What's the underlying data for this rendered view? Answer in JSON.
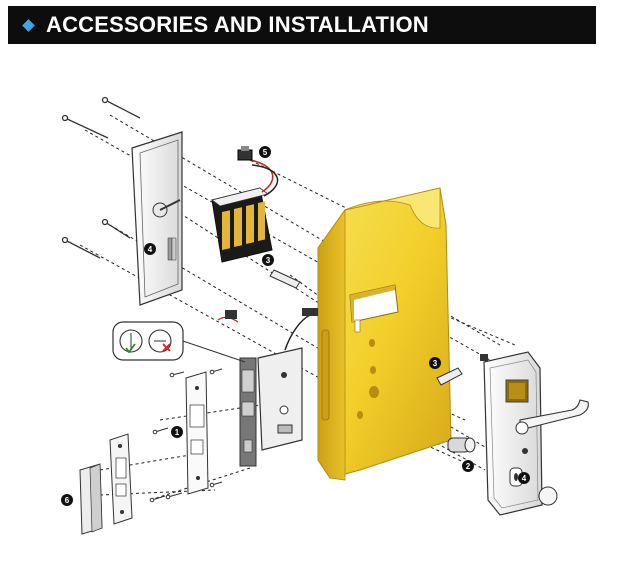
{
  "header": {
    "title": "ACCESSORIES AND INSTALLATION",
    "accent_color": "#3aa6e8",
    "background_color": "#0d0d0d"
  },
  "diagram": {
    "door_color": "#f2cf2a",
    "callouts": [
      {
        "number": "1",
        "part": "mortise-lock-body"
      },
      {
        "number": "2",
        "part": "key-cylinder"
      },
      {
        "number": "3",
        "part": "spindle"
      },
      {
        "number": "4",
        "part": "handle-plate"
      },
      {
        "number": "5",
        "part": "battery-connector"
      },
      {
        "number": "6",
        "part": "strike-box"
      }
    ],
    "install_indicators": [
      {
        "mark": "check",
        "color": "#2a8a2a"
      },
      {
        "mark": "cross",
        "color": "#d0261f"
      }
    ]
  }
}
